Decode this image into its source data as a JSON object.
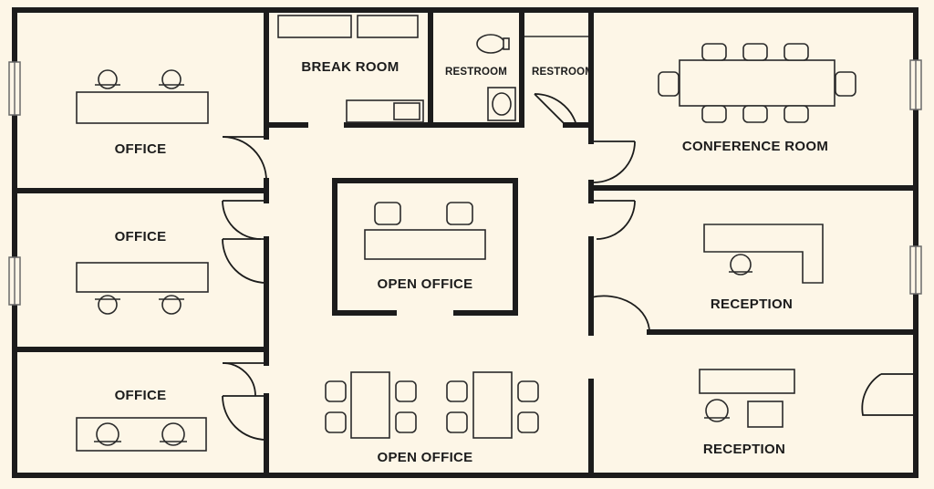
{
  "colors": {
    "background": "#fdf6e7",
    "wall": "#1c1c1c",
    "furniture_fill": "#fdf6e7",
    "furniture_stroke": "#2a2a2a"
  },
  "rooms": {
    "office_top": "OFFICE",
    "office_middle": "OFFICE",
    "office_bottom": "OFFICE",
    "break_room": "BREAK ROOM",
    "restroom_left": "RESTROOM",
    "restroom_right": "RESTROOM",
    "conference_room": "CONFERENCE ROOM",
    "open_office_center": "OPEN OFFICE",
    "open_office_bottom": "OPEN OFFICE",
    "reception_upper": "RECEPTION",
    "reception_lower": "RECEPTION"
  },
  "icons": {
    "door": "door-swing-icon",
    "chair": "chair-icon",
    "desk": "desk-icon",
    "toilet": "toilet-icon",
    "sink": "sink-icon",
    "window": "window-icon"
  }
}
